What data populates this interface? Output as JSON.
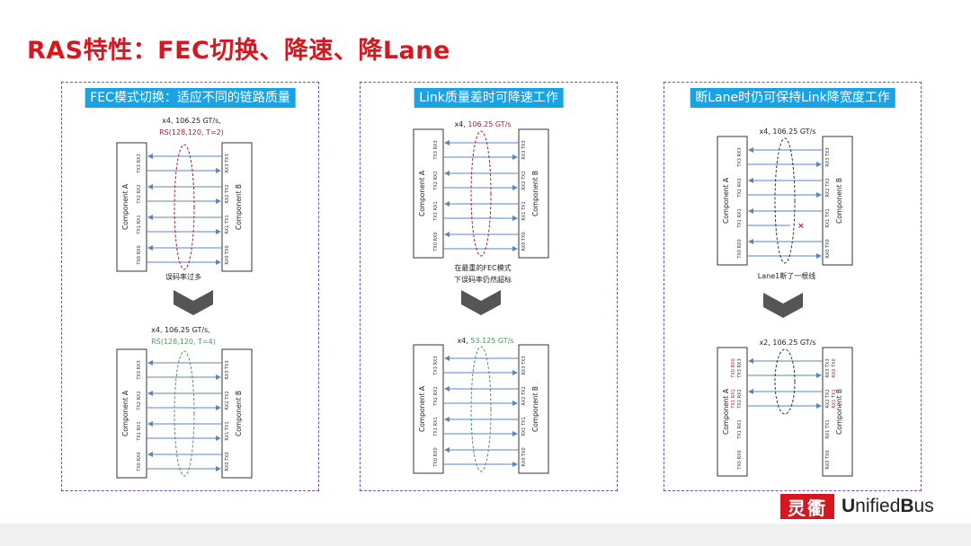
{
  "title": "RAS特性：FEC切换、降速、降Lane",
  "colors": {
    "title": "#d7171f",
    "header": "#19a3e5",
    "dark_red": "#a3252a",
    "green": "#4a9a5a",
    "arrow": "#5a86c0"
  },
  "panels": [
    {
      "header": "FEC模式切换：适应不同的链路质量",
      "top": {
        "lines": [
          "x4, 106.25 GT/s,",
          "RS(128,120, T=2)"
        ],
        "note": "误码率过多"
      },
      "bottom": {
        "lines": [
          "x4, 106.25 GT/s,",
          "RS(128,120, T=4)"
        ]
      }
    },
    {
      "header": "Link质量差时可降速工作",
      "top": {
        "prefix": "x4, ",
        "speed": "106.25 GT/s",
        "notes": [
          "在最重的FEC模式",
          "下误码率仍然超标"
        ]
      },
      "bottom": {
        "prefix": "x4, ",
        "speed": "53.125 GT/s"
      }
    },
    {
      "header": "断Lane时仍可保持Link降宽度工作",
      "top": {
        "line": "x4, 106.25 GT/s",
        "note": "Lane1断了一根线"
      },
      "bottom": {
        "line": "x2, 106.25 GT/s"
      }
    }
  ],
  "component_a": "Component A",
  "component_b": "Component B",
  "lanes_a": [
    "TX3 RX3",
    "TX2 RX2",
    "TX1 RX1",
    "TX0 RX0"
  ],
  "lanes_b": [
    "RX3 TX3",
    "RX2 TX2",
    "RX1 TX1",
    "RX0 TX0"
  ],
  "remap_a": [
    "TX0 RX0",
    "TX1 RX1"
  ],
  "remap_b": [
    "RX0 TX0",
    "RX1 TX1"
  ],
  "logo": {
    "chinese": "灵衢",
    "english_prefix": "U",
    "english_mid": "nified",
    "english_b": "B",
    "english_suffix": "us"
  }
}
